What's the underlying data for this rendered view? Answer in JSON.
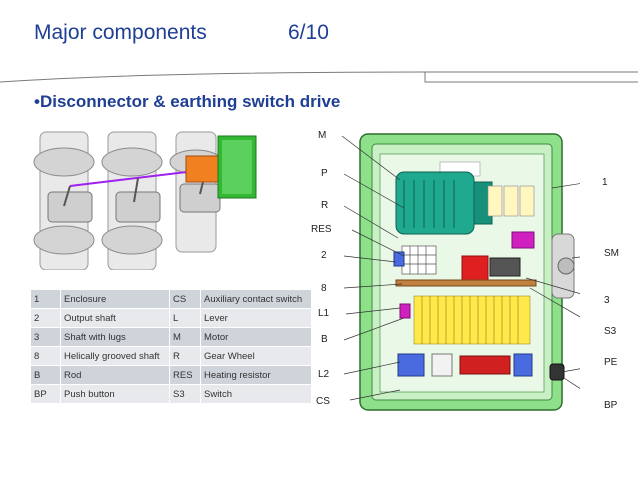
{
  "header": {
    "title": "Major components",
    "page": "6/10"
  },
  "subtitle": "•Disconnector & earthing switch drive",
  "legend": {
    "rows": [
      [
        "1",
        "Enclosure",
        "CS",
        "Auxiliary contact switch"
      ],
      [
        "2",
        "Output shaft",
        "L",
        "Lever"
      ],
      [
        "3",
        "Shaft with lugs",
        "M",
        "Motor"
      ],
      [
        "8",
        "Helically grooved shaft",
        "R",
        "Gear Wheel"
      ],
      [
        "B",
        "Rod",
        "RES",
        "Heating resistor"
      ],
      [
        "BP",
        "Push button",
        "S3",
        "Switch"
      ]
    ]
  },
  "callouts": {
    "left": [
      "M",
      "P",
      "R",
      "RES",
      "2",
      "8",
      "L1",
      "B",
      "L2",
      "CS"
    ],
    "right": [
      "1",
      "SM",
      "3",
      "S3",
      "PE",
      "BP"
    ]
  },
  "colors": {
    "title": "#1f3f95",
    "enclosure": "#8ee08a",
    "motor": "#1fa98f",
    "drive_box": "#33b833",
    "rod": "#a020f0"
  }
}
